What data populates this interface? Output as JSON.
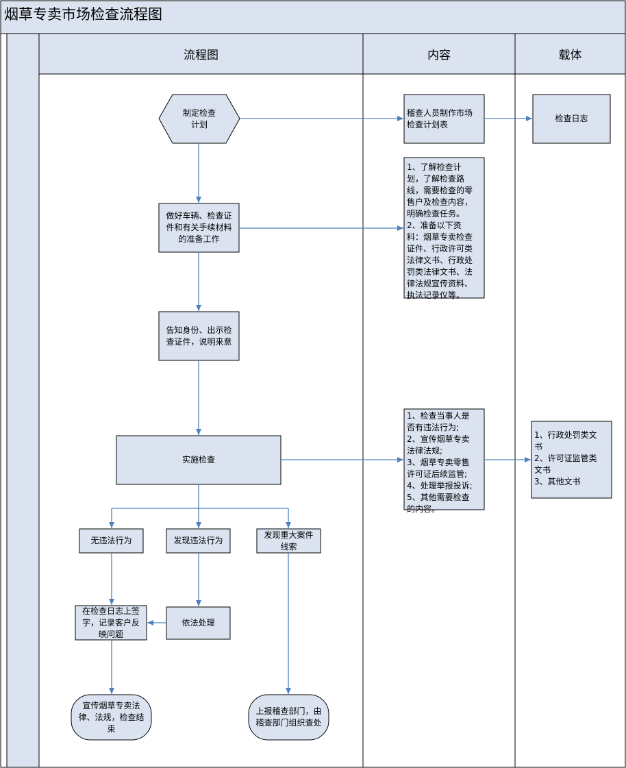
{
  "title": "烟草专卖市场检查流程图",
  "columns": {
    "flow": "流程图",
    "content": "内容",
    "carrier": "载体"
  },
  "flow": {
    "plan": "制定检查\n计划",
    "prepare": "做好车辆、检查证\n件和有关手续材料\n的准备工作",
    "notify": "告知身份、出示检\n查证件，说明来意",
    "inspect": "实施检查",
    "no_violation": "无违法行为",
    "violation": "发现违法行为",
    "major_case": "发现重大案件\n线索",
    "sign_log": "在检查日志上签\n字，记录客户反\n映问题",
    "handle_by_law": "依法处理",
    "promote_end": "宣传烟草专卖法\n律、法规，检查结\n束",
    "report_up": "上报稽查部门，由\n稽查部门组织查处"
  },
  "content": {
    "plan_table": "稽查人员制作市场\n检查计划表",
    "prepare_tasks": "1、了解检查计\n划，了解检查路\n线，需要检查的零\n售户及检查内容，\n明确检查任务。\n2、准备以下资\n料：烟草专卖检查\n证件、行政许可类\n法律文书、行政处\n罚类法律文书、法\n律法规宣传资料、\n执法记录仪等。",
    "inspect_items": "1、检查当事人是\n否有违法行为;\n2、宣传烟草专卖\n法律法规;\n3、烟草专卖零售\n许可证后续监管;\n4、处理举报投诉;\n5、其他需要检查\n的内容。"
  },
  "carrier": {
    "log": "检查日志",
    "documents": "1、行政处罚类文\n书\n2、许可证监管类\n文书\n3、其他文书"
  },
  "colors": {
    "fill": "#dbe3f1",
    "line": "#4f81bd",
    "border": "#000000"
  }
}
